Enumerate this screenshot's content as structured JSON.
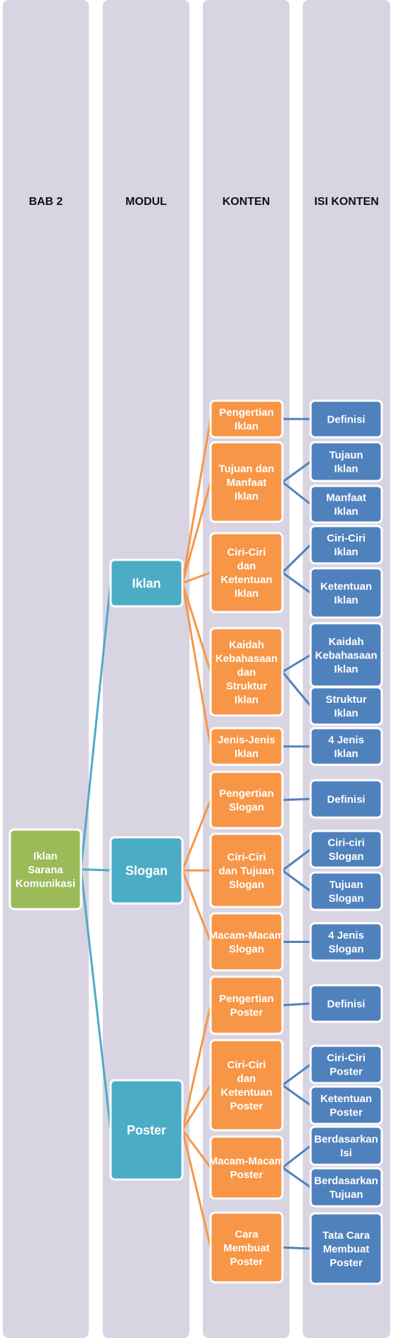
{
  "colors": {
    "column_bg": "#d8d4e2",
    "root": "#9bbb59",
    "modul": "#4bacc6",
    "konten": "#f79646",
    "isi": "#4f81bd",
    "line_modul": "#4bacc6",
    "line_konten": "#f79646",
    "line_isi": "#4f81bd"
  },
  "headers": [
    "BAB 2",
    "MODUL",
    "KONTEN",
    "ISI KONTEN"
  ],
  "root": {
    "label": "Iklan Sarana Komunikasi"
  },
  "modules": [
    {
      "label": "Iklan",
      "konten": [
        {
          "label": "Pengertian Iklan",
          "isi": [
            "Definisi"
          ]
        },
        {
          "label": "Tujuan dan Manfaat Iklan",
          "isi": [
            "Tujaun Iklan",
            "Manfaat Iklan"
          ]
        },
        {
          "label": "Ciri-Ciri dan Ketentuan Iklan",
          "isi": [
            "Ciri-Ciri Iklan",
            "Ketentuan Iklan"
          ]
        },
        {
          "label": "Kaidah Kebahasaan dan Struktur Iklan",
          "isi": [
            "Kaidah Kebahasaan Iklan",
            "Struktur Iklan"
          ]
        },
        {
          "label": "Jenis-Jenis Iklan",
          "isi": [
            "4 Jenis Iklan"
          ]
        }
      ]
    },
    {
      "label": "Slogan",
      "konten": [
        {
          "label": "Pengertian Slogan",
          "isi": [
            "Definisi"
          ]
        },
        {
          "label": "Ciri-Ciri dan Tujuan Slogan",
          "isi": [
            "Ciri-ciri Slogan",
            "Tujuan Slogan"
          ]
        },
        {
          "label": "Macam-Macam Slogan",
          "isi": [
            "4 Jenis Slogan"
          ]
        }
      ]
    },
    {
      "label": "Poster",
      "konten": [
        {
          "label": "Pengertian Poster",
          "isi": [
            "Definisi"
          ]
        },
        {
          "label": "Ciri-Ciri dan Ketentuan Poster",
          "isi": [
            "Ciri-Ciri Poster",
            "Ketentuan Poster"
          ]
        },
        {
          "label": "Macam-Macam Poster",
          "isi": [
            "Berdasarkan Isi",
            "Berdasarkan Tujuan"
          ]
        },
        {
          "label": "Cara Membuat Poster",
          "isi": [
            "Tata Cara Membuat Poster"
          ]
        }
      ]
    }
  ]
}
